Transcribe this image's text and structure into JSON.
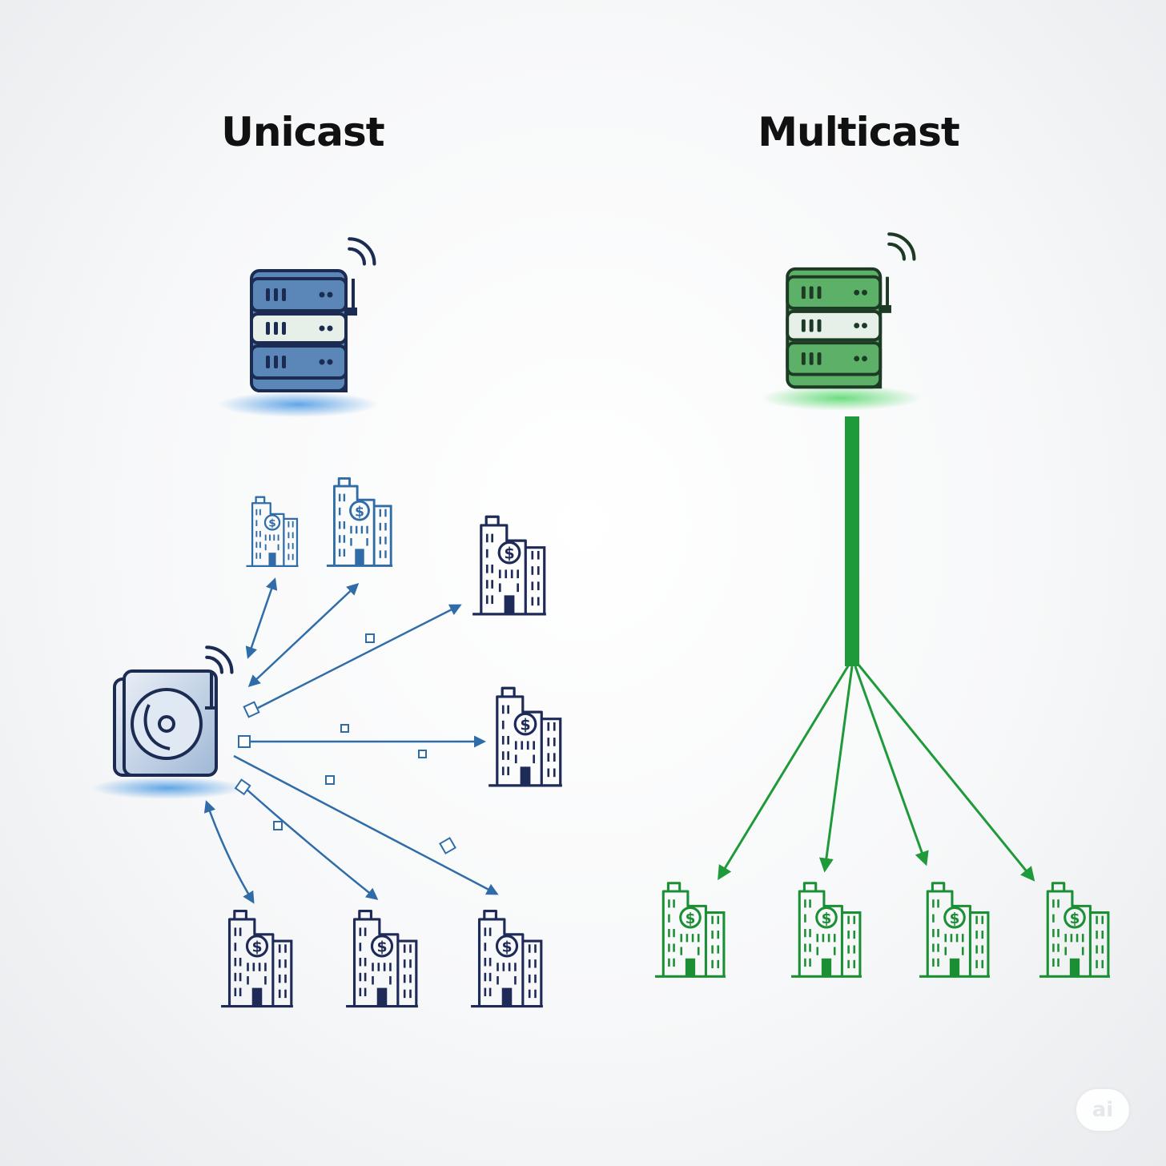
{
  "titles": {
    "unicast": "Unicast",
    "multicast": "Multicast"
  },
  "watermark": "ai",
  "icons": {
    "unicast_server": "server-rack-icon",
    "unicast_client": "hard-drive-icon",
    "bank": "bank-building-icon",
    "signal": "wifi-signal-icon",
    "multicast_server": "server-rack-icon"
  },
  "colors": {
    "unicast_fill": "#5b87b8",
    "unicast_outline": "#1c2b52",
    "unicast_arrow": "#2f6ca8",
    "unicast_bank": "#1e2a57",
    "unicast_glow": "#2f8ae0",
    "multicast_fill": "#5cb067",
    "multicast_outline": "#1d3a24",
    "multicast_arrow": "#1f9a3a",
    "multicast_bank": "#1a8f33",
    "multicast_glow": "#2fd04a"
  }
}
